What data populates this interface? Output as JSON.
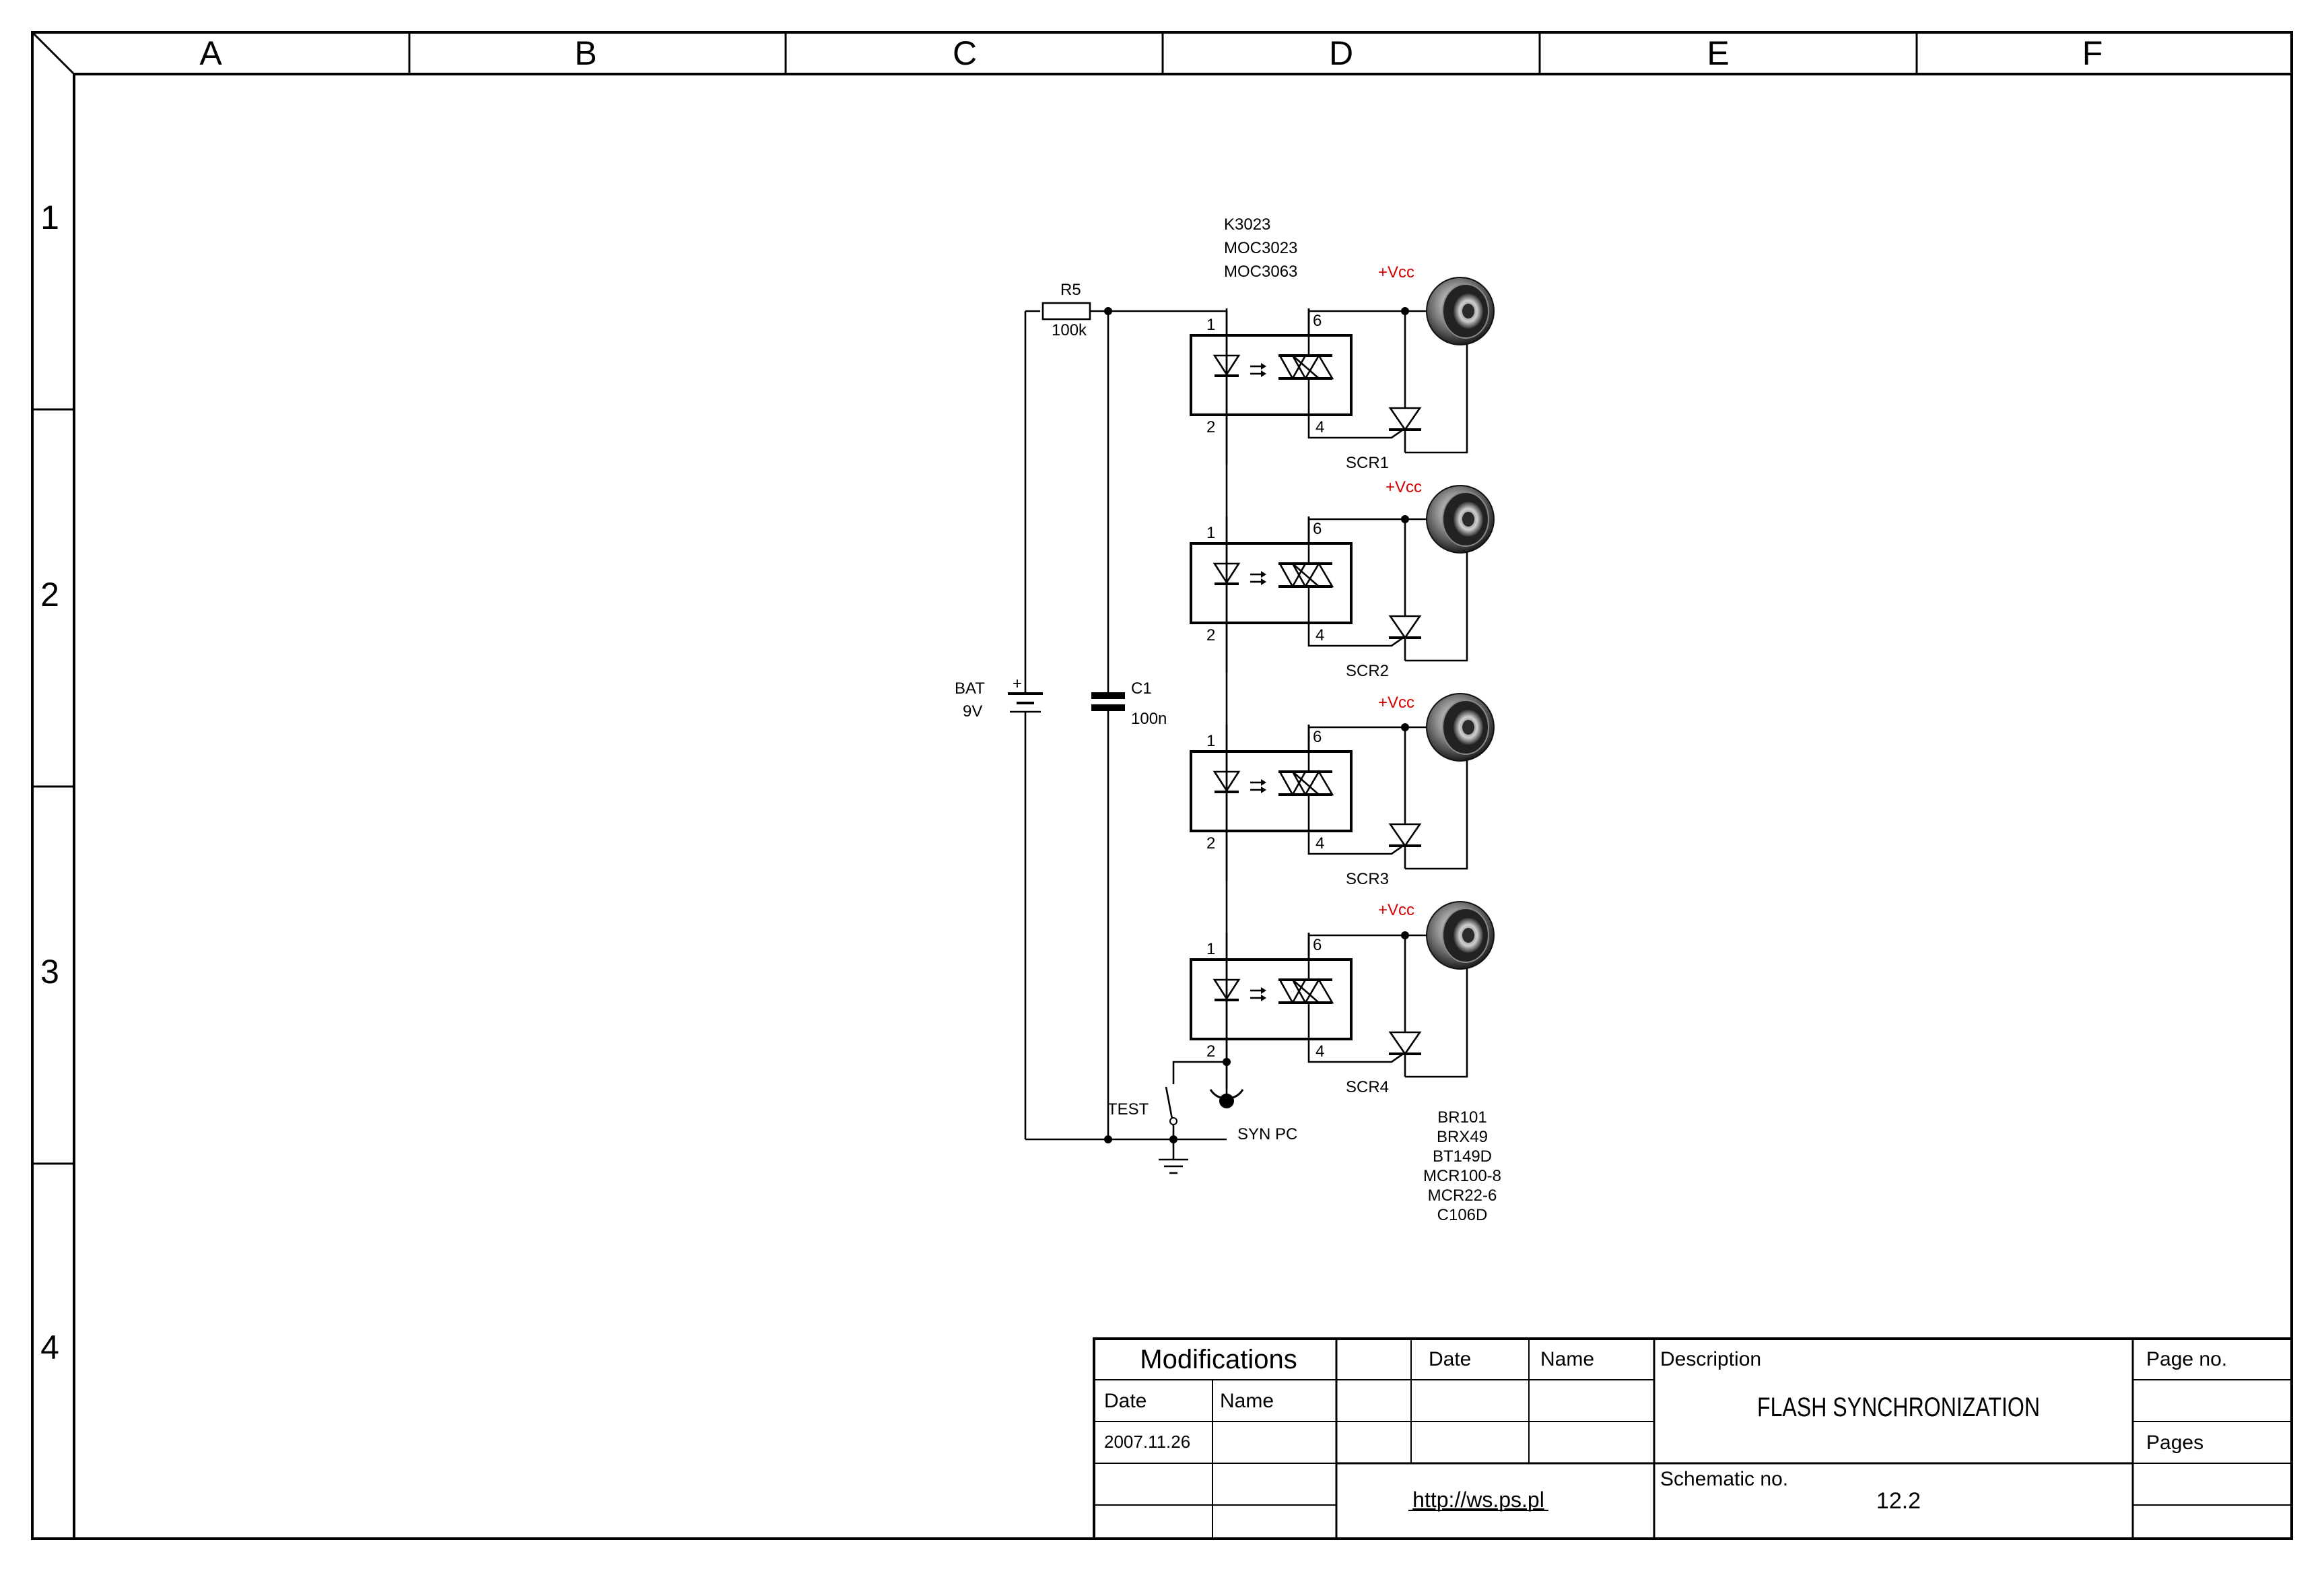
{
  "frame": {
    "columns": [
      "A",
      "B",
      "C",
      "D",
      "E",
      "F"
    ],
    "rows": [
      "1",
      "2",
      "3",
      "4"
    ]
  },
  "schematic": {
    "optocoupler_types": [
      "K3023",
      "MOC3023",
      "MOC3063"
    ],
    "resistor": {
      "ref": "R5",
      "value": "100k"
    },
    "capacitor": {
      "ref": "C1",
      "value": "100n"
    },
    "battery": {
      "ref": "BAT",
      "value": "9V"
    },
    "battery_plus": "+",
    "switch_label": "TEST",
    "sync_label": "SYN PC",
    "vcc_label": "+Vcc",
    "pins": {
      "p1": "1",
      "p2": "2",
      "p4": "4",
      "p6": "6"
    },
    "scr_labels": [
      "SCR1",
      "SCR2",
      "SCR3",
      "SCR4"
    ],
    "thyristor_types": [
      "BR101",
      "BRX49",
      "BT149D",
      "MCR100-8",
      "MCR22-6",
      "C106D"
    ]
  },
  "title_block": {
    "modifications": "Modifications",
    "date_header": "Date",
    "name_header": "Name",
    "mod_date": "2007.11.26",
    "description_label": "Description",
    "title": "FLASH SYNCHRONIZATION",
    "url": "http://ws.ps.pl",
    "schematic_no_label": "Schematic no.",
    "schematic_no": "12.2",
    "page_no_label": "Page no.",
    "pages_label": "Pages"
  },
  "colors": {
    "line": "#000000",
    "vcc": "#d40000",
    "flash_dark": "#2a2a2a",
    "flash_light": "#bdbdbd"
  }
}
